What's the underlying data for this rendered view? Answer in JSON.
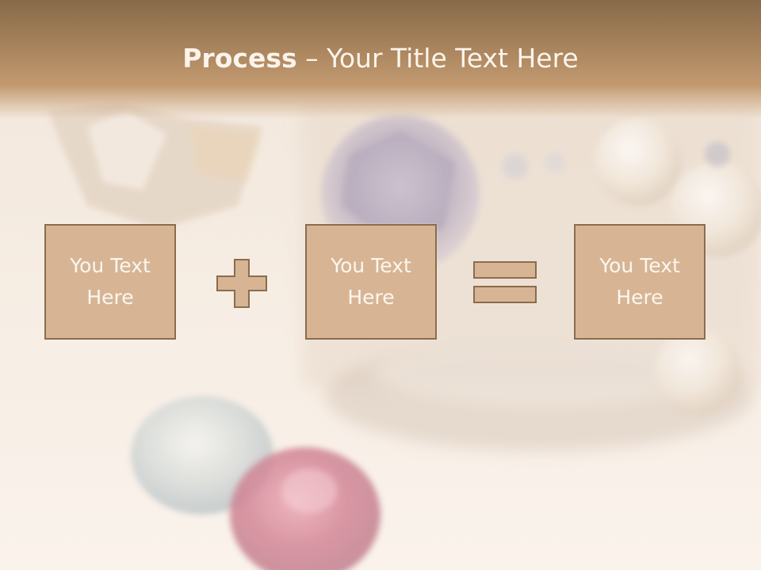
{
  "slide": {
    "title_bold": "Process",
    "title_separator": " – ",
    "title_rest": "Your Title Text Here"
  },
  "boxes": [
    {
      "line1": "You Text",
      "line2": "Here"
    },
    {
      "line1": "You Text",
      "line2": "Here"
    },
    {
      "line1": "You Text",
      "line2": "Here"
    }
  ],
  "operators": {
    "first": "plus-icon",
    "second": "equals-icon"
  },
  "colors": {
    "title_band": "#a07d57",
    "box_fill": "#d7b594",
    "box_border": "#8a6c4e",
    "text": "#fbf6f0"
  }
}
